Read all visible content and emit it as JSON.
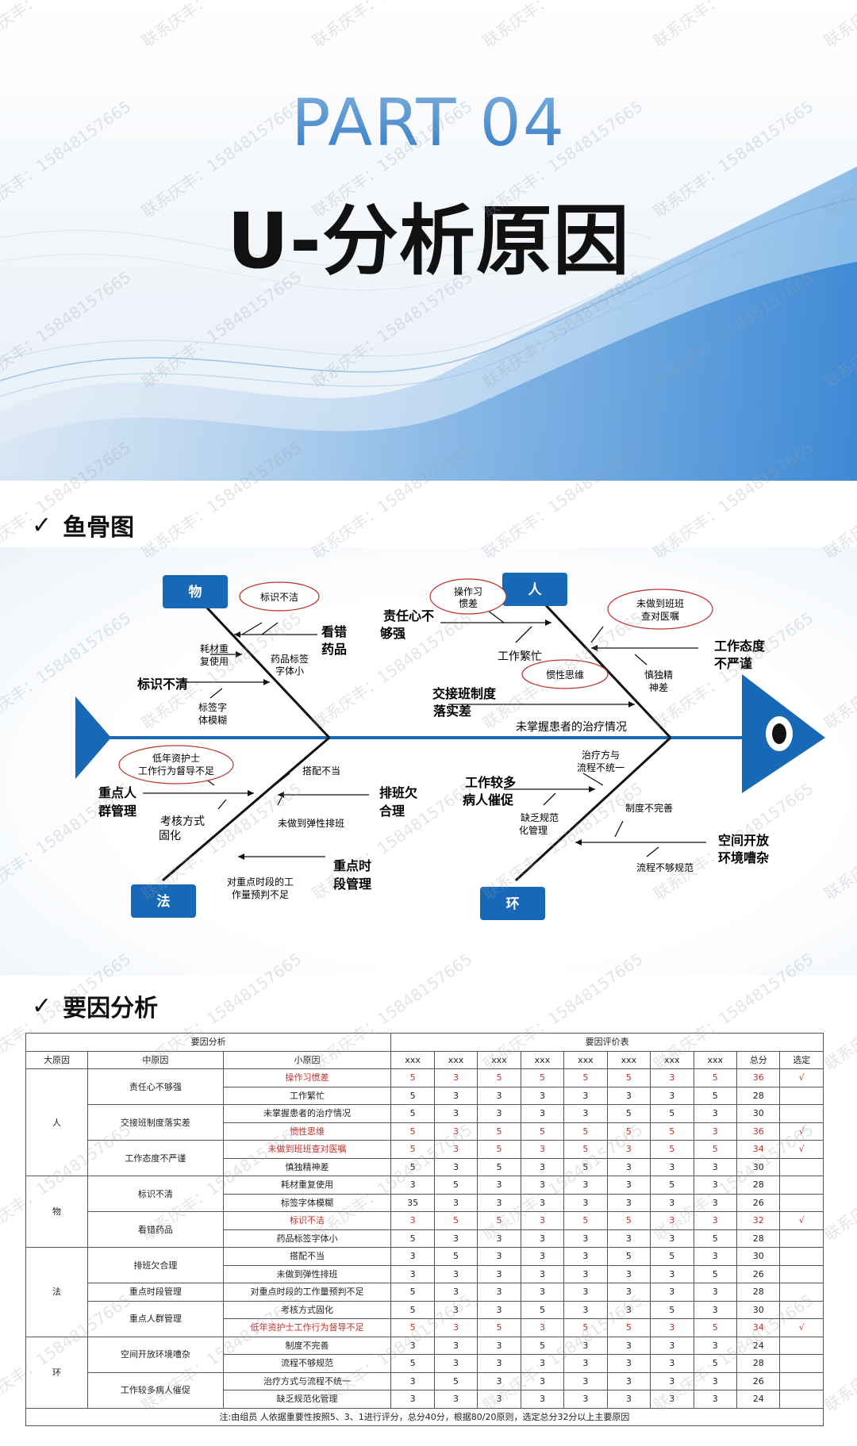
{
  "banner": {
    "part_label": "PART 04",
    "title": "U-分析原因"
  },
  "sections": {
    "fishbone_heading": "鱼骨图",
    "table_heading": "要因分析",
    "check_icon": "✓"
  },
  "fishbone": {
    "categories": {
      "wu": "物",
      "ren": "人",
      "fa": "法",
      "huan": "环"
    },
    "wu_branch": {
      "cause_biaoshi": "标识不清",
      "cause_kancuo": "看错药品",
      "sub_biaoshibujie": "标识不洁",
      "sub_haocai": "耗材重复使用",
      "sub_yaopin": "药品标签字体小",
      "sub_biaoqian": "标签字体模糊"
    },
    "ren_branch": {
      "cause_zeren": "责任心不够强",
      "cause_jiaojie": "交接班制度落实差",
      "cause_taidu": "工作态度不严谨",
      "sub_caozuo": "操作习惯差",
      "sub_fanmang": "工作繁忙",
      "sub_guanxing": "惯性思维",
      "sub_weizuodao": "未做到班班查对医嘱",
      "sub_shendu": "慎独精神差",
      "sub_weizhangwo": "未掌握患者的治疗情况"
    },
    "fa_branch": {
      "cause_zhongdian_renqun": "重点人群管理",
      "cause_paiban": "排班欠合理",
      "cause_shiduan": "重点时段管理",
      "sub_dinianzi": "低年资护士工作行为督导不足",
      "sub_dapei": "搭配不当",
      "sub_kaohe": "考核方式固化",
      "sub_tanxing": "未做到弹性排班",
      "sub_yujing": "对重点时段的工作量预判不足"
    },
    "huan_branch": {
      "cause_bingren": "工作较多病人催促",
      "cause_kongjian": "空间开放环境嘈杂",
      "sub_zhiliao": "治疗方与流程不统一",
      "sub_zhidu": "制度不完善",
      "sub_guifan": "缺乏规范化管理",
      "sub_liucheng": "流程不够规范"
    }
  },
  "table": {
    "group_header_left": "要因分析",
    "group_header_right": "要因评价表",
    "columns": [
      "大原因",
      "中原因",
      "小原因",
      "xxx",
      "xxx",
      "xxx",
      "xxx",
      "xxx",
      "xxx",
      "xxx",
      "xxx",
      "总分",
      "选定"
    ],
    "rows": [
      {
        "big": "人",
        "mid": "责任心不够强",
        "small": "操作习惯差",
        "scores": [
          "5",
          "3",
          "5",
          "5",
          "5",
          "5",
          "3",
          "5"
        ],
        "total": "36",
        "sel": "√",
        "red": true
      },
      {
        "big": "",
        "mid": "",
        "small": "工作繁忙",
        "scores": [
          "5",
          "3",
          "3",
          "3",
          "3",
          "3",
          "3",
          "5"
        ],
        "total": "28",
        "sel": "",
        "red": false
      },
      {
        "big": "",
        "mid": "交接班制度落实差",
        "small": "未掌握患者的治疗情况",
        "scores": [
          "5",
          "3",
          "3",
          "3",
          "3",
          "5",
          "5",
          "3"
        ],
        "total": "30",
        "sel": "",
        "red": false
      },
      {
        "big": "",
        "mid": "",
        "small": "惯性思维",
        "scores": [
          "5",
          "3",
          "5",
          "5",
          "5",
          "5",
          "5",
          "3"
        ],
        "total": "36",
        "sel": "√",
        "red": true
      },
      {
        "big": "",
        "mid": "工作态度不严谨",
        "small": "未做到班班查对医嘱",
        "scores": [
          "5",
          "3",
          "5",
          "3",
          "5",
          "3",
          "5",
          "5"
        ],
        "total": "34",
        "sel": "√",
        "red": true
      },
      {
        "big": "",
        "mid": "",
        "small": "慎独精神差",
        "scores": [
          "5",
          "3",
          "5",
          "3",
          "5",
          "3",
          "3",
          "3"
        ],
        "total": "30",
        "sel": "",
        "red": false
      },
      {
        "big": "物",
        "mid": "标识不清",
        "small": "耗材重复使用",
        "scores": [
          "3",
          "5",
          "3",
          "3",
          "3",
          "3",
          "5",
          "3"
        ],
        "total": "28",
        "sel": "",
        "red": false
      },
      {
        "big": "",
        "mid": "",
        "small": "标签字体模糊",
        "scores": [
          "35",
          "3",
          "3",
          "3",
          "3",
          "3",
          "3",
          "3"
        ],
        "total": "26",
        "sel": "",
        "red": false
      },
      {
        "big": "",
        "mid": "看错药品",
        "small": "标识不洁",
        "scores": [
          "3",
          "5",
          "5",
          "3",
          "5",
          "5",
          "3",
          "3"
        ],
        "total": "32",
        "sel": "√",
        "red": true
      },
      {
        "big": "",
        "mid": "",
        "small": "药品标签字体小",
        "scores": [
          "5",
          "3",
          "3",
          "3",
          "3",
          "3",
          "3",
          "5"
        ],
        "total": "28",
        "sel": "",
        "red": false
      },
      {
        "big": "法",
        "mid": "排班欠合理",
        "small": "搭配不当",
        "scores": [
          "3",
          "5",
          "3",
          "3",
          "3",
          "5",
          "5",
          "3"
        ],
        "total": "30",
        "sel": "",
        "red": false
      },
      {
        "big": "",
        "mid": "",
        "small": "未做到弹性排班",
        "scores": [
          "3",
          "3",
          "3",
          "3",
          "3",
          "3",
          "3",
          "5"
        ],
        "total": "26",
        "sel": "",
        "red": false
      },
      {
        "big": "",
        "mid": "重点时段管理",
        "small": "对重点时段的工作量预判不足",
        "scores": [
          "5",
          "3",
          "3",
          "3",
          "3",
          "3",
          "3",
          "3"
        ],
        "total": "28",
        "sel": "",
        "red": false
      },
      {
        "big": "",
        "mid": "重点人群管理",
        "small": "考核方式固化",
        "scores": [
          "5",
          "3",
          "3",
          "5",
          "3",
          "3",
          "5",
          "3"
        ],
        "total": "30",
        "sel": "",
        "red": false
      },
      {
        "big": "",
        "mid": "",
        "small": "低年资护士工作行为督导不足",
        "scores": [
          "5",
          "3",
          "5",
          "3",
          "5",
          "5",
          "3",
          "5"
        ],
        "total": "34",
        "sel": "√",
        "red": true
      },
      {
        "big": "环",
        "mid": "空间开放环境嘈杂",
        "small": "制度不完善",
        "scores": [
          "3",
          "3",
          "3",
          "5",
          "3",
          "3",
          "3",
          "3"
        ],
        "total": "24",
        "sel": "",
        "red": false
      },
      {
        "big": "",
        "mid": "",
        "small": "流程不够规范",
        "scores": [
          "5",
          "3",
          "3",
          "3",
          "3",
          "3",
          "3",
          "5"
        ],
        "total": "28",
        "sel": "",
        "red": false
      },
      {
        "big": "",
        "mid": "工作较多病人催促",
        "small": "治疗方式与流程不统一",
        "scores": [
          "3",
          "5",
          "3",
          "3",
          "3",
          "3",
          "3",
          "3"
        ],
        "total": "26",
        "sel": "",
        "red": false
      },
      {
        "big": "",
        "mid": "",
        "small": "缺乏规范化管理",
        "scores": [
          "3",
          "3",
          "3",
          "3",
          "3",
          "3",
          "3",
          "3"
        ],
        "total": "24",
        "sel": "",
        "red": false
      }
    ],
    "note": "注:由组员 人依据重要性按照5、3、1进行评分，总分40分，根据80/20原则，选定总分32分以上主要原因"
  },
  "watermark": {
    "text": "联系庆丰：15848157665"
  },
  "colors": {
    "blue": "#1769b8",
    "red": "#c0312b",
    "ink": "#111111"
  }
}
